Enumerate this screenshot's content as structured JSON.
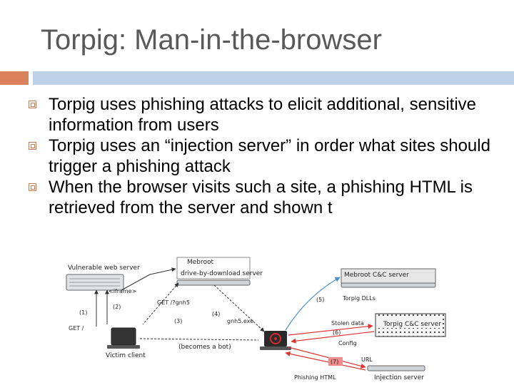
{
  "title": "Torpig: Man-in-the-browser",
  "bullets": [
    "Torpig uses phishing attacks to elicit additional, sensitive information from users",
    "Torpig uses an “injection server” in order what sites should trigger a phishing attack",
    "When the browser visits such a site, a phishing HTML is retrieved from the server and shown t"
  ],
  "diagram": {
    "nodes": {
      "vulnerable_server": "Vulnerable web server",
      "mebroot_dbd_line1": "Mebroot",
      "mebroot_dbd_line2": "drive-by-download server",
      "mebroot_cc": "Mebroot C&C server",
      "torpig_cc": "Torpig C&C server",
      "victim": "Victim client",
      "injection": "Injection server"
    },
    "labels": {
      "iframe": "<iframe>",
      "step1": "(1)",
      "step2": "(2)",
      "step3": "(3)",
      "step4": "(4)",
      "step5": "(5)",
      "step6": "(6)",
      "step7": "(7)",
      "get_root": "GET /",
      "get_gnh5": "GET /?gnh5",
      "gnh5_exe": "gnh5.exe",
      "becomes_bot": "(becomes a bot)",
      "torpig_dlls": "Torpig DLLs",
      "stolen_data": "Stolen data",
      "config": "Config",
      "url": "URL",
      "phishing_html": "Phishing HTML"
    }
  }
}
